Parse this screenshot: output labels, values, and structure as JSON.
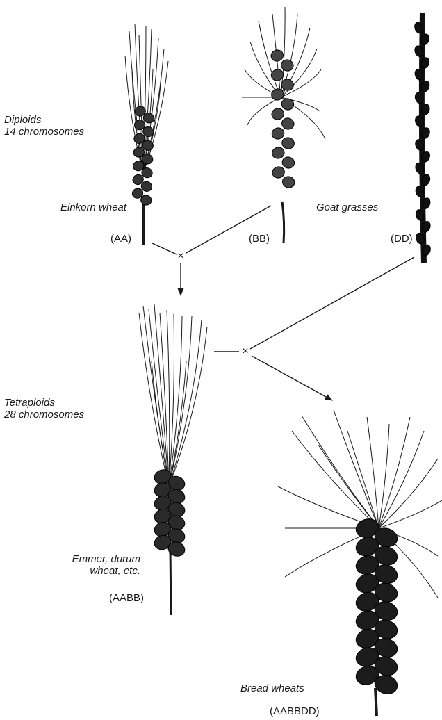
{
  "labels": {
    "diploids": "Diploids",
    "diploid_count": "14 chromosomes",
    "tetraploids": "Tetraploids",
    "tetraploid_count": "28 chromosomes"
  },
  "plants": {
    "einkorn": {
      "name": "Einkorn wheat",
      "genome": "(AA)"
    },
    "goat_grass_b": {
      "genome": "(BB)"
    },
    "goat_grass_d": {
      "genome": "(DD)"
    },
    "goat_grasses": {
      "name": "Goat grasses"
    },
    "emmer": {
      "name_line1": "Emmer, durum",
      "name_line2": "wheat, etc.",
      "genome": "(AABB)"
    },
    "bread": {
      "name": "Bread wheats",
      "genome": "(AABBDD)"
    }
  },
  "cross_symbol": "×",
  "colors": {
    "ink": "#1a1a1a",
    "background": "#ffffff"
  }
}
